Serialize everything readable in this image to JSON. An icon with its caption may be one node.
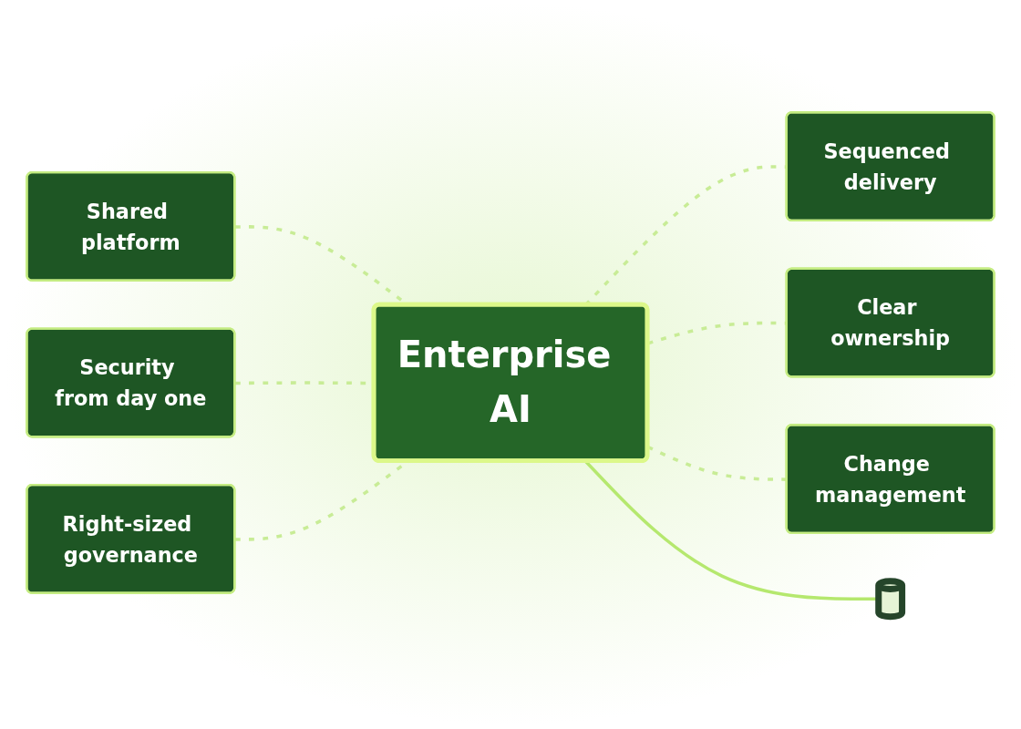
{
  "diagram": {
    "nodes": [
      {
        "text": [
          "Shared platform"
        ]
      },
      {
        "text": [
          "Sequenced delivery"
        ]
      },
      {
        "text": [
          "Enterprise AI"
        ]
      },
      {
        "text": [
          "Security from day one"
        ]
      },
      {
        "text": [
          "Clear ownership"
        ]
      },
      {
        "text": [
          "Right-sized governance"
        ]
      },
      {
        "text": [
          "Change management"
        ]
      },
      {
        "text": [],
        "shape": "cylinder"
      }
    ],
    "edges": [
      {
        "from": 0,
        "to": 2,
        "arrow": "none",
        "style": "dashed"
      },
      {
        "from": 2,
        "to": 1,
        "arrow": "none",
        "style": "dashed"
      },
      {
        "from": 3,
        "to": 2,
        "arrow": "none",
        "style": "dashed"
      },
      {
        "from": 2,
        "to": 4,
        "arrow": "none",
        "style": "dashed"
      },
      {
        "from": 5,
        "to": 2,
        "arrow": "none",
        "style": "dashed"
      },
      {
        "from": 2,
        "to": 6,
        "arrow": "none",
        "style": "dashed"
      },
      {
        "from": 2,
        "to": 7,
        "arrow": "none",
        "color": "#b5e86e"
      }
    ]
  }
}
